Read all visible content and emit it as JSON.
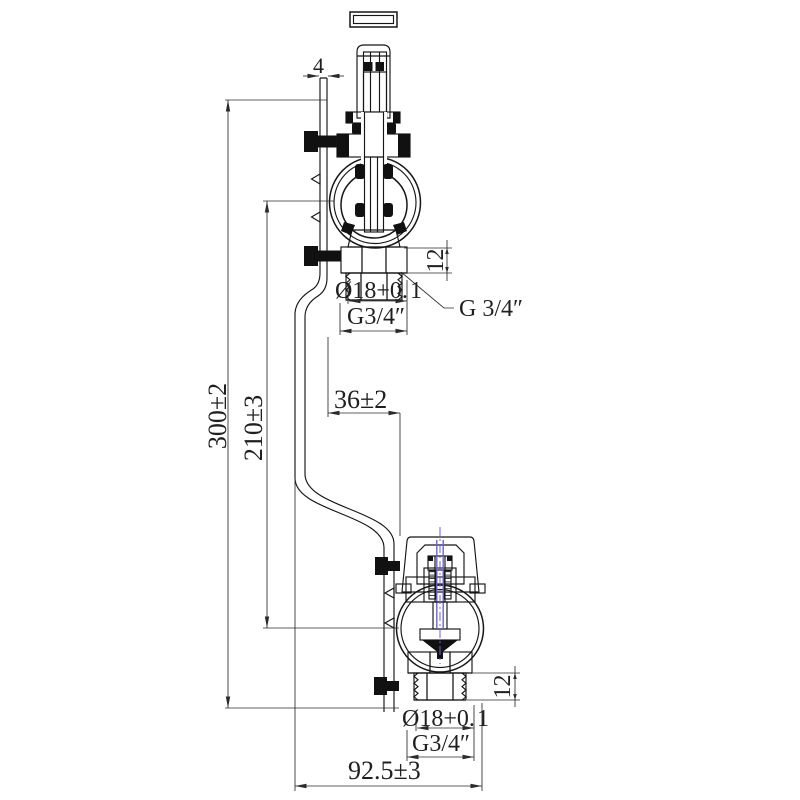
{
  "drawing": {
    "title_hint": "valve assembly technical section drawing",
    "colors": {
      "line": "#161616",
      "dimension": "#2b2b2b",
      "accent_purple": "#6e62d2",
      "background": "#ffffff"
    },
    "dims": {
      "plate_thickness": "4",
      "overall_height": "300±2",
      "axis_height": "210±3",
      "offset": "36±2",
      "upper_neck": "12",
      "lower_neck": "12",
      "upper_bore": "Ø18+0.",
      "upper_bore_tol": "1",
      "upper_thread": "G3/4″",
      "thread_callout": "G 3/4″",
      "lower_bore": "Ø18+0.",
      "lower_bore_tol": "1",
      "lower_thread": "G3/4″",
      "overall_width": "92.5±3"
    }
  }
}
